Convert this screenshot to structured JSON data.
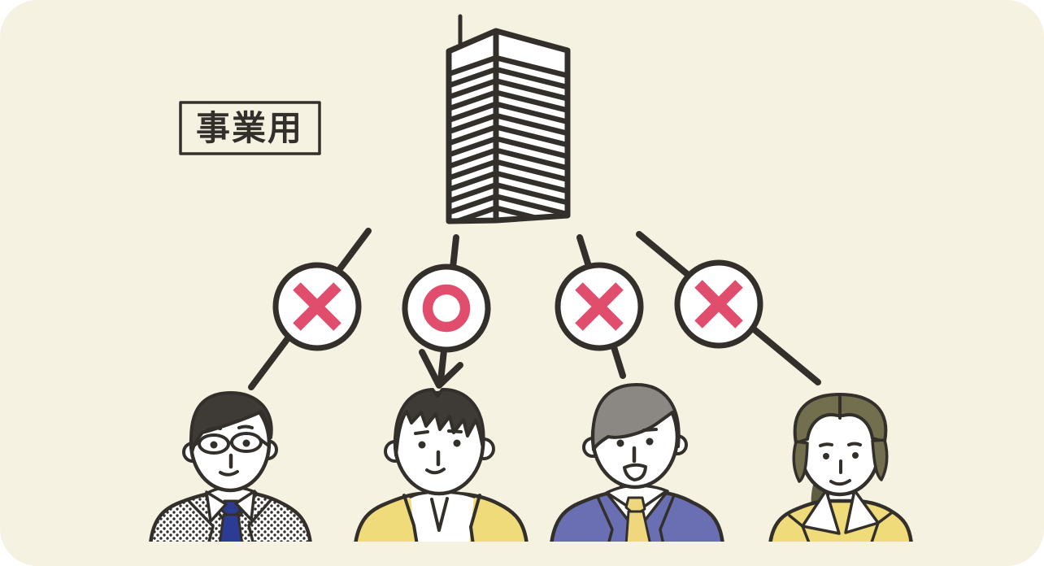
{
  "scene": {
    "label": "事業用",
    "background_color": "#F6F2E2",
    "page_background": "#FFFFFF",
    "outline_color": "#33302B",
    "mark_color": "#E14E6D",
    "meaning": "building connects with circle mark to one person, cross marks to three"
  },
  "building": {
    "name": "high-rise office building illustration"
  },
  "connections": [
    {
      "mark": "cross",
      "target": "man-with-glasses-dotted-suit"
    },
    {
      "mark": "circle",
      "target": "man-yellow-cardigan"
    },
    {
      "mark": "cross",
      "target": "man-blue-suit"
    },
    {
      "mark": "cross",
      "target": "woman-yellow-blazer"
    }
  ],
  "people": [
    {
      "name": "man-with-glasses-dotted-suit",
      "hair_color": "#3E3A36",
      "outfit": "white suit with dot pattern",
      "tie_color": "#2C3C94"
    },
    {
      "name": "man-yellow-cardigan",
      "hair_color": "#3E3A36",
      "outfit_color": "#F0DB7B"
    },
    {
      "name": "man-blue-suit",
      "hair_color": "#8B8884",
      "outfit_color": "#6A6FB4",
      "tie_color": "#EFD77E"
    },
    {
      "name": "woman-yellow-blazer",
      "hair_color": "#716F4E",
      "outfit_color": "#F0DB7B",
      "hair_shadow_color": "#5E5C41"
    }
  ]
}
